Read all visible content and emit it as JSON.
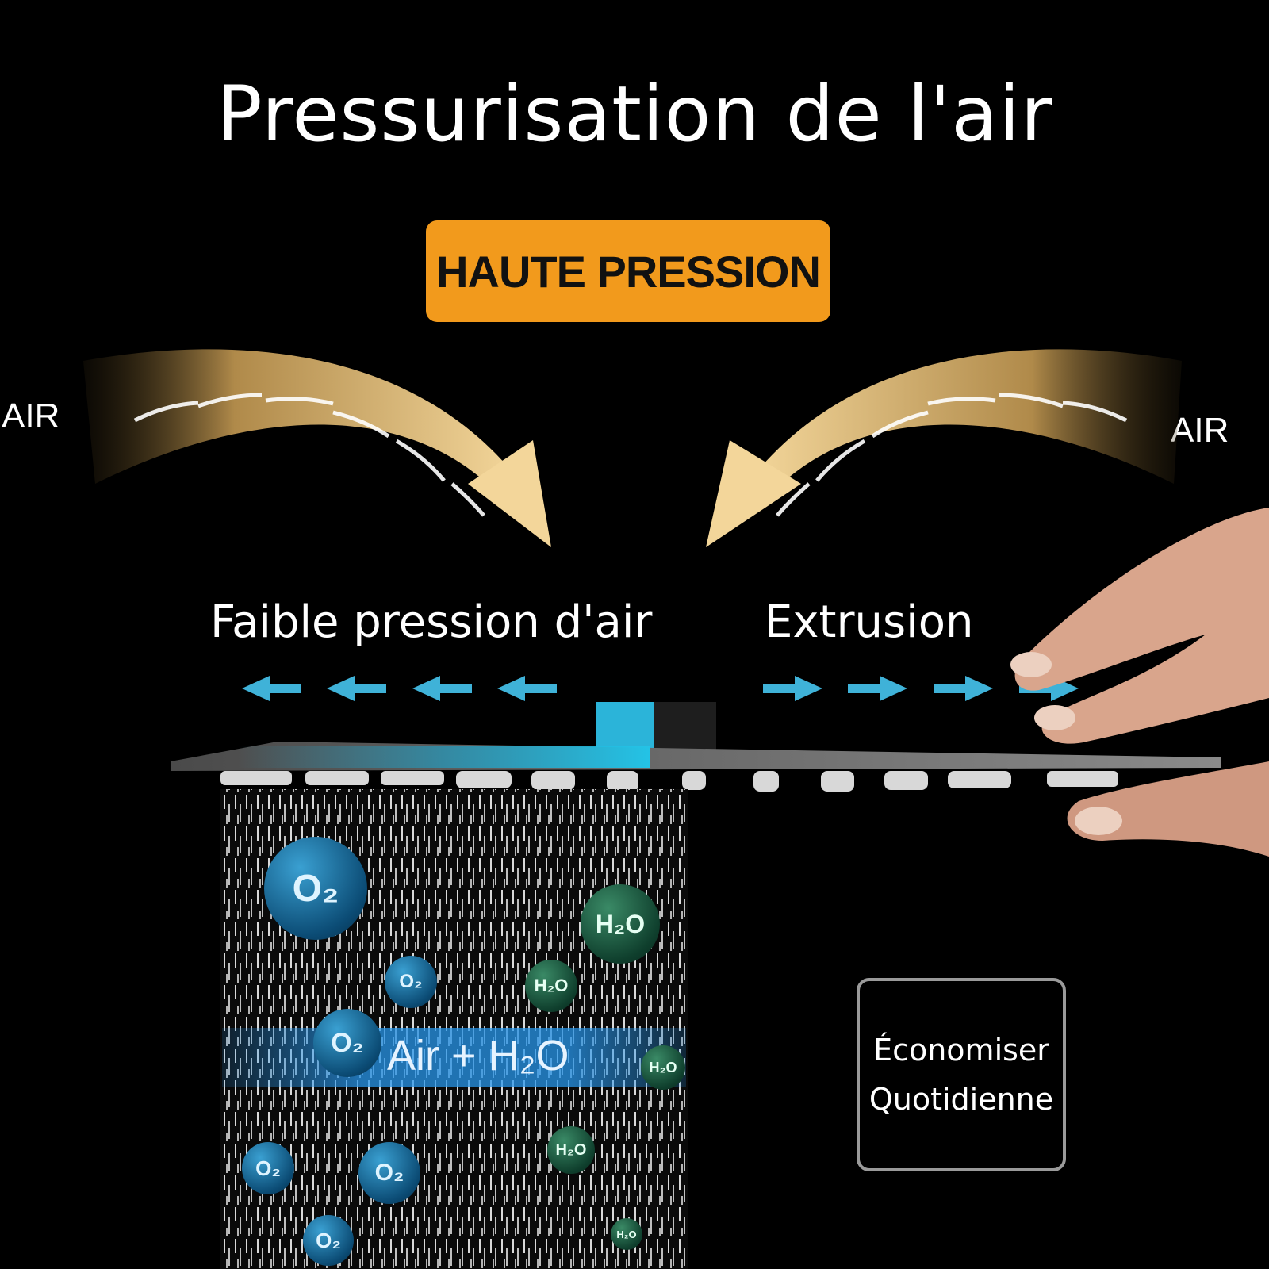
{
  "title": "Pressurisation de l'air",
  "badge": {
    "label": "HAUTE PRESSION",
    "color": "#f29a1c"
  },
  "air_labels": {
    "left": "AIR",
    "right": "AIR"
  },
  "flow_labels": {
    "left": "Faible pression d'air",
    "right": "Extrusion"
  },
  "mix_label": "Air + H₂O",
  "eco": {
    "line1": "Économiser",
    "line2": "Quotidienne"
  },
  "bubbles": {
    "o2": "O₂",
    "h2o": "H₂O"
  },
  "colors": {
    "accent_blue": "#3fb2d8",
    "gold": "#e9c57e"
  }
}
